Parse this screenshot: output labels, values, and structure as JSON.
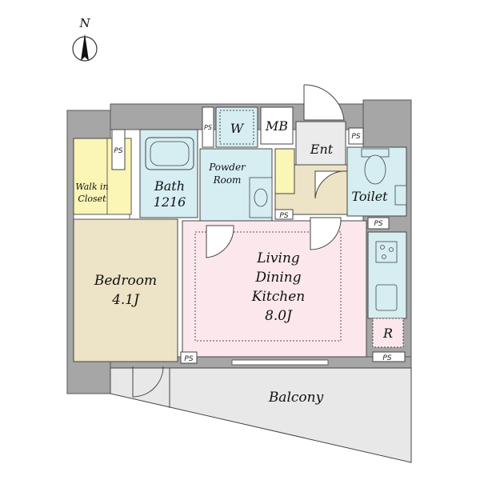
{
  "compass": {
    "north_label": "N"
  },
  "rooms": {
    "walk_in_closet": {
      "line1": "Walk in",
      "line2": "Closet"
    },
    "bath": {
      "line1": "Bath",
      "line2": "1216"
    },
    "powder_room": {
      "line1": "Powder",
      "line2": "Room"
    },
    "washer": {
      "label": "W"
    },
    "mb": {
      "label": "MB"
    },
    "entrance": {
      "label": "Ent"
    },
    "toilet": {
      "label": "Toilet"
    },
    "bedroom": {
      "line1": "Bedroom",
      "line2": "4.1J"
    },
    "ldk": {
      "line1": "Living",
      "line2": "Dining",
      "line3": "Kitchen",
      "line4": "8.0J"
    },
    "refrigerator": {
      "label": "R"
    },
    "balcony": {
      "label": "Balcony"
    }
  },
  "ps_labels": [
    "PS",
    "PS",
    "PS",
    "PS",
    "PS",
    "PS",
    "PS"
  ],
  "colors": {
    "wall": "#a6a6a6",
    "blue": "#d6eef2",
    "pink": "#fce8ec",
    "tan": "#ede3c6",
    "yellow": "#fbf5b6",
    "gray": "#e6e6e6",
    "balcony": "#e8e8e8",
    "entrance": "#ebebeb"
  }
}
